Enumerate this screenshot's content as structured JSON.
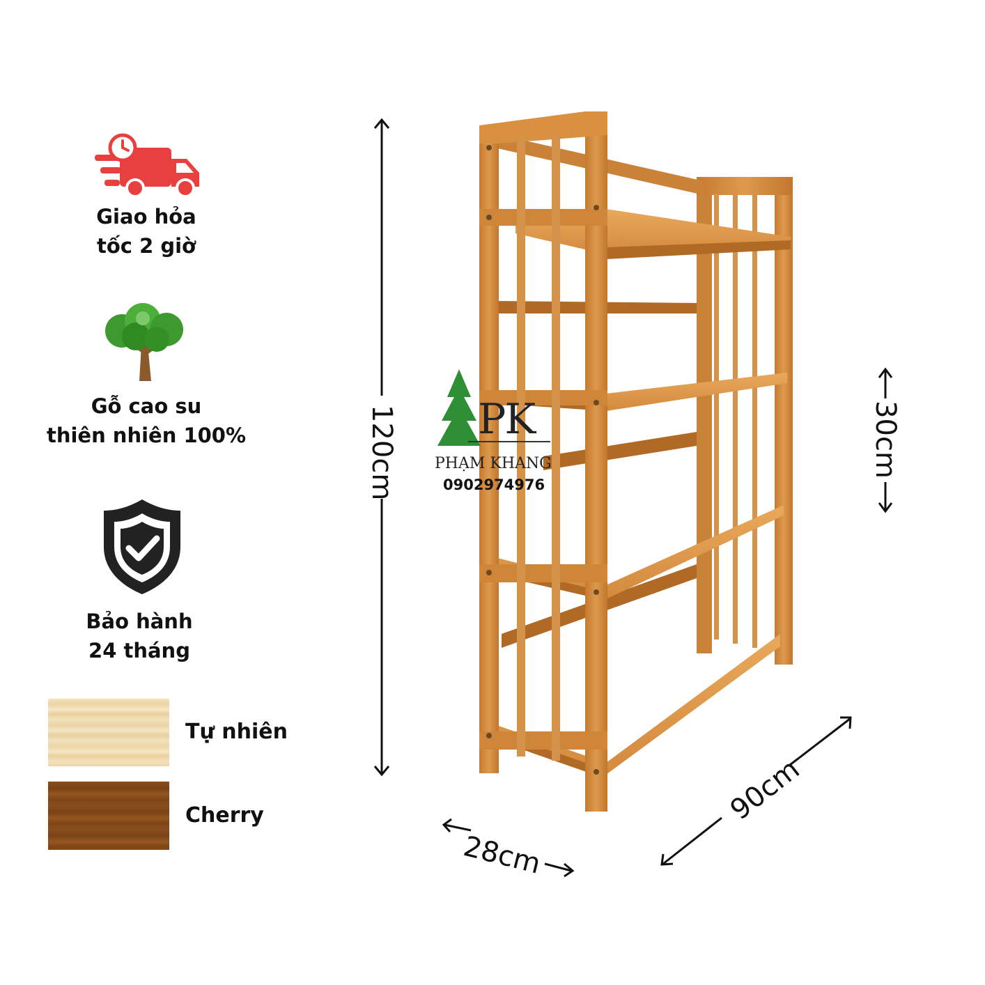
{
  "features": [
    {
      "icon": "delivery-truck-icon",
      "line1": "Giao hỏa",
      "line2": "tốc 2 giờ"
    },
    {
      "icon": "tree-icon",
      "line1": "Gỗ cao su",
      "line2": "thiên nhiên 100%"
    },
    {
      "icon": "shield-check-icon",
      "line1": "Bảo hành",
      "line2": "24 tháng"
    }
  ],
  "finishes": [
    {
      "label": "Tự nhiên",
      "color": "#efd9ae"
    },
    {
      "label": "Cherry",
      "color": "#8a4d1c"
    }
  ],
  "dimensions": {
    "height": "120cm",
    "shelf_gap": "30cm",
    "depth": "28cm",
    "width": "90cm"
  },
  "brand": {
    "monogram": "PK",
    "name": "PHẠM KHANG",
    "phone": "0902974976"
  },
  "colors": {
    "truck_red": "#e8403f",
    "wood": "#d9913f",
    "wood_dark": "#b8702b",
    "shield": "#222222",
    "tree_green": "#3e9a2e"
  }
}
